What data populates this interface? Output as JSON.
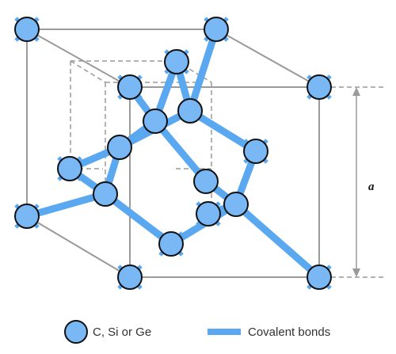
{
  "diagram": {
    "dimension_label": "a"
  },
  "legend": {
    "atom_label": "C, Si or Ge",
    "bond_label": "Covalent bonds"
  },
  "colors": {
    "atom_fill": "#7ab8f5",
    "bond": "#5aa8f0",
    "atom_stroke": "#111111",
    "cube_edge": "#9a9a9a",
    "hidden_edge": "#9a9a9a"
  }
}
